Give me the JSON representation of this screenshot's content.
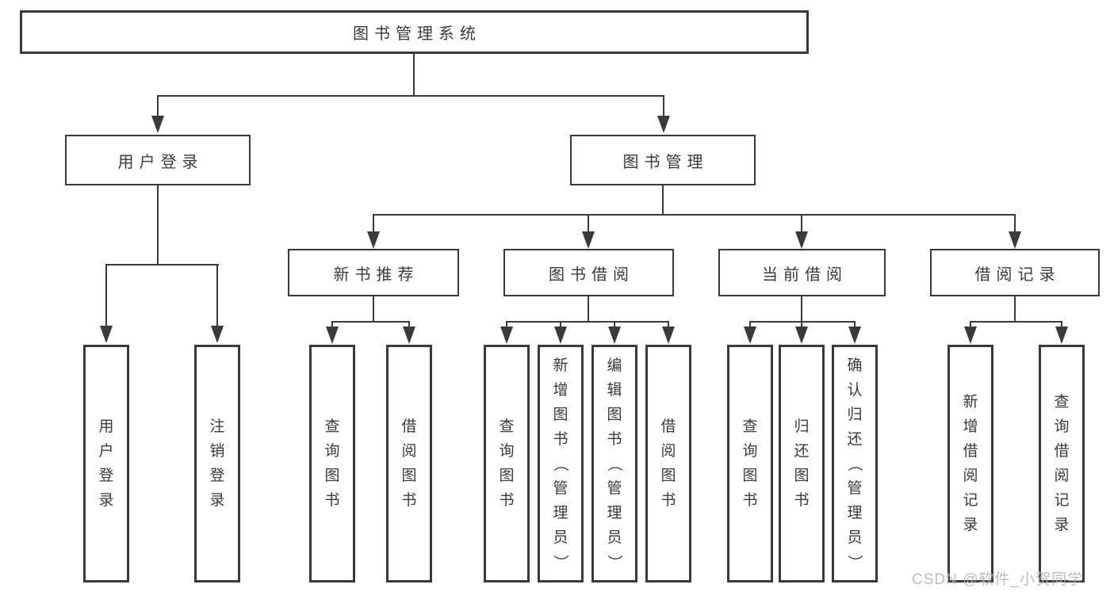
{
  "diagram": {
    "root": "图书管理系统",
    "level2": {
      "user_login": "用户登录",
      "book_management": "图书管理"
    },
    "level3": {
      "new_book_recommend": "新书推荐",
      "book_borrowing": "图书借阅",
      "current_borrowing": "当前借阅",
      "borrowing_records": "借阅记录"
    },
    "leaves": {
      "user_login": "用户登录",
      "logout": "注销登录",
      "recommend_query_books": "查询图书",
      "recommend_borrow_books": "借阅图书",
      "borrowing_query_books": "查询图书",
      "borrowing_add_books_admin": "新增图书（管理员）",
      "borrowing_edit_books_admin": "编辑图书（管理员）",
      "borrowing_borrow_books": "借阅图书",
      "current_query_books": "查询图书",
      "current_return_books": "归还图书",
      "current_confirm_return_admin": "确认归还（管理员）",
      "records_add_record": "新增借阅记录",
      "records_query_record": "查询借阅记录"
    },
    "watermark": "CSDN @软件_小贺同学",
    "colors": {
      "line": "#3a3a3a",
      "text": "#3a3a3a",
      "background": "#ffffff",
      "watermark": "#afafaf"
    }
  }
}
